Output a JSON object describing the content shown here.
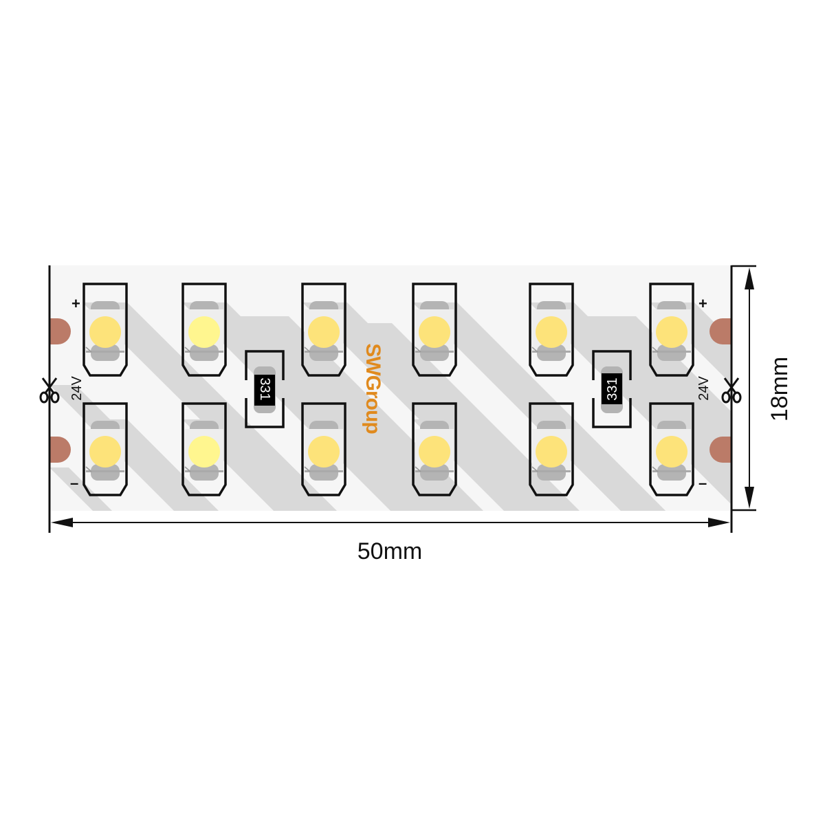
{
  "diagram": {
    "subject": "LED strip segment, double-row SMD",
    "brand_label": "SWGroup",
    "colors": {
      "strip_bg": "#f6f6f6",
      "shadow_band": "#d9d9d9",
      "led_outline": "#111111",
      "led_body": "#eeeeee",
      "led_contact": "#b4b4b4",
      "led_warm": "#fde37a",
      "led_neutral": "#fff68f",
      "pad": "#bb7b68",
      "resistor_body": "#000000",
      "resistor_cap": "#b3b3b3",
      "brand": "#e08a1e"
    },
    "dimensions": {
      "length_label": "50mm",
      "width_label": "18mm"
    },
    "voltage": {
      "left_label": "24V",
      "right_label": "24V"
    },
    "polarity": {
      "left_plus": "+",
      "left_minus": "–",
      "right_plus": "+",
      "right_minus": "–"
    },
    "resistors": [
      {
        "id": "R1",
        "code": "331",
        "orientation": "rotated-cw"
      },
      {
        "id": "R2",
        "code": "331",
        "orientation": "rotated-ccw"
      }
    ],
    "led_rows": [
      {
        "row": "top",
        "count": 6
      },
      {
        "row": "bottom",
        "count": 6
      }
    ],
    "cut_marks": [
      {
        "side": "left",
        "icon": "scissors-icon"
      },
      {
        "side": "right",
        "icon": "scissors-icon"
      }
    ]
  }
}
